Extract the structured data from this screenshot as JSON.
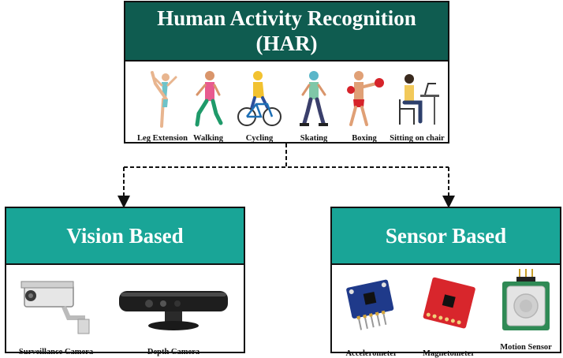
{
  "colors": {
    "har_header": "#0f5c50",
    "branch_header": "#19a597",
    "border": "#111111"
  },
  "har": {
    "title_line1": "Human Activity Recognition",
    "title_line2": "(HAR)",
    "activities": [
      {
        "label": "Leg Extension",
        "icon": "leg-extension-icon"
      },
      {
        "label": "Walking",
        "icon": "walking-icon"
      },
      {
        "label": "Cycling",
        "icon": "cycling-icon"
      },
      {
        "label": "Skating",
        "icon": "skating-icon"
      },
      {
        "label": "Boxing",
        "icon": "boxing-icon"
      },
      {
        "label": "Sitting on chair",
        "icon": "sitting-icon"
      }
    ]
  },
  "vision": {
    "title": "Vision Based",
    "devices": [
      {
        "label": "Surveillance Camera",
        "icon": "surveillance-camera-icon"
      },
      {
        "label": "Depth Camera",
        "icon": "depth-camera-icon"
      }
    ]
  },
  "sensor": {
    "title": "Sensor Based",
    "devices": [
      {
        "label": "Accelerometer",
        "icon": "accelerometer-icon"
      },
      {
        "label": "Magnetometer",
        "icon": "magnetometer-icon"
      },
      {
        "label": "Motion Sensor",
        "icon": "motion-sensor-icon"
      }
    ]
  }
}
